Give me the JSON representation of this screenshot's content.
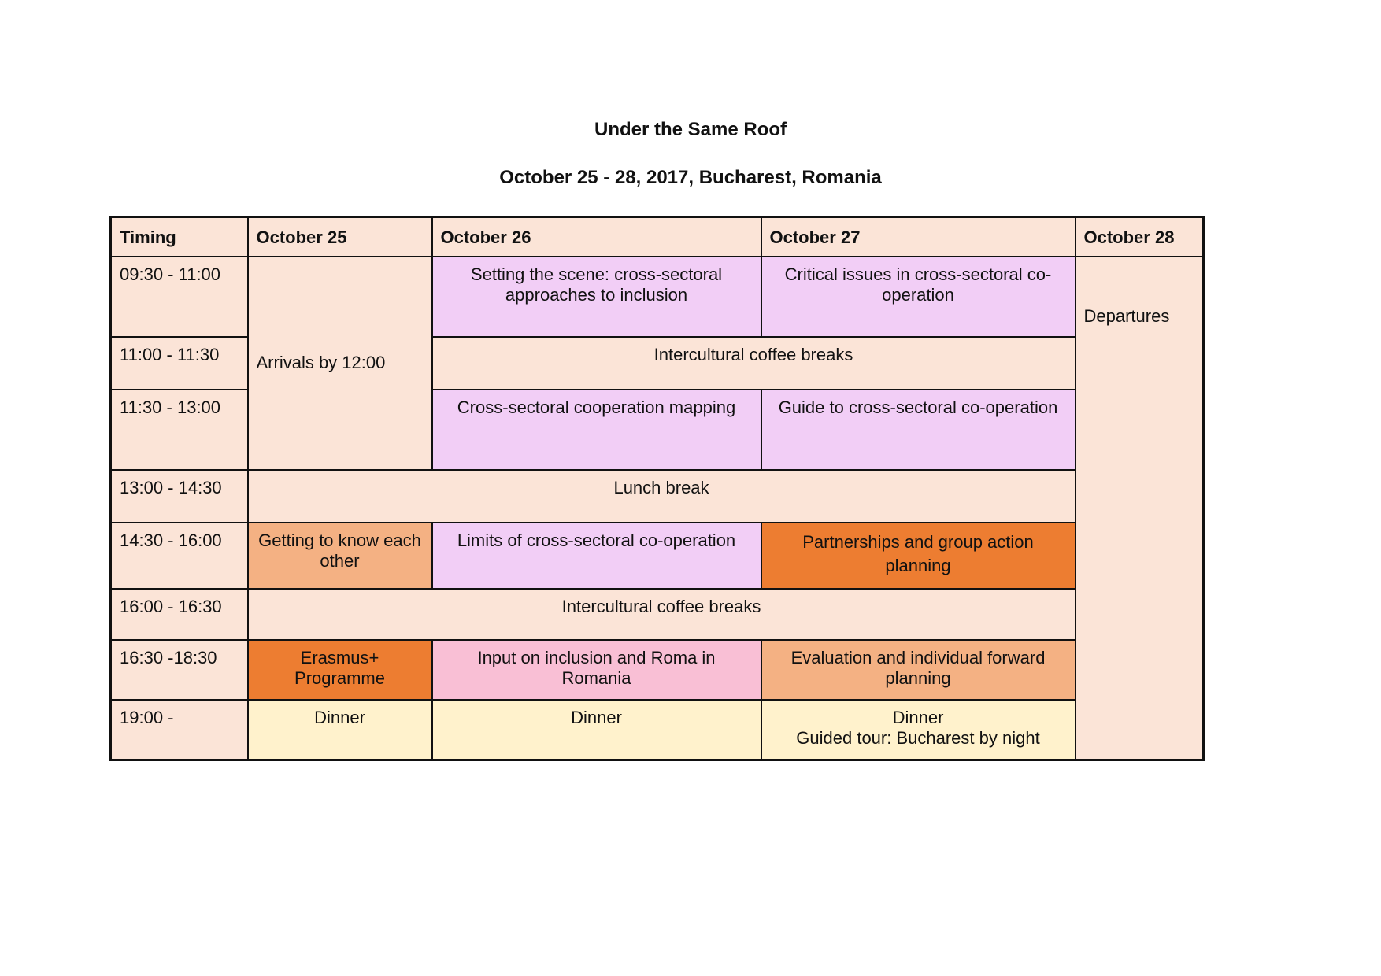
{
  "document": {
    "title": "Under the Same Roof",
    "subtitle": "October 25 - 28, 2017, Bucharest, Romania"
  },
  "table": {
    "headers": [
      "Timing",
      "October 25",
      "October 26",
      "October 27",
      "October 28"
    ],
    "times": [
      "09:30 - 11:00",
      "11:00 - 11:30",
      "11:30 - 13:00",
      "13:00 - 14:30",
      "14:30 - 16:00",
      "16:00 - 16:30",
      "16:30 -18:30",
      "19:00 -"
    ],
    "sessions": {
      "arrivals": "Arrivals by 12:00",
      "departures": "Departures",
      "oct26_0930": "Setting the scene: cross-sectoral approaches to inclusion",
      "oct27_0930": "Critical issues in cross-sectoral co-operation",
      "coffee_1100": "Intercultural coffee breaks",
      "oct26_1130": "Cross-sectoral cooperation mapping",
      "oct27_1130": "Guide to cross-sectoral co-operation",
      "lunch": "Lunch break",
      "oct25_1430": "Getting to know each other",
      "oct26_1430": "Limits of cross-sectoral co-operation",
      "oct27_1430": "Partnerships and group action planning",
      "coffee_1600": "Intercultural coffee breaks",
      "oct25_1630": "Erasmus+ Programme",
      "oct26_1630": "Input on inclusion and Roma in Romania",
      "oct27_1630": "Evaluation and individual forward planning",
      "oct25_1900": "Dinner",
      "oct26_1900": "Dinner",
      "oct27_1900_line1": "Dinner",
      "oct27_1900_line2": "Guided tour: Bucharest by night"
    },
    "colors": {
      "light_peach": "#fbe4d7",
      "lavender": "#f2cef6",
      "salmon": "#f4b183",
      "orange": "#ed7d31",
      "pink": "#f9bfd5",
      "cream": "#fff2cc"
    }
  }
}
